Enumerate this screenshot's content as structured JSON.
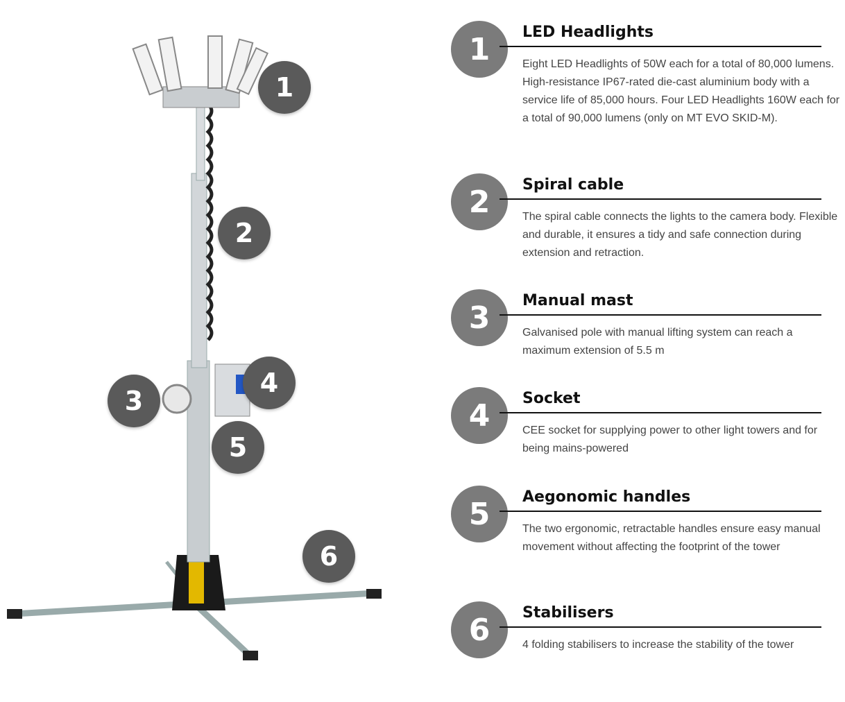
{
  "features": [
    {
      "number": "1",
      "title": "LED Headlights",
      "description": "Eight LED Headlights of 50W each for a total of 80,000 lumens. High-resistance IP67-rated die-cast aluminium body with a service life of 85,000 hours. Four LED Headlights 160W each for a total of 90,000 lumens (only on MT EVO SKID-M)."
    },
    {
      "number": "2",
      "title": "Spiral cable",
      "description": "The spiral cable connects the lights to the camera body. Flexible and durable, it ensures a tidy and safe connection during extension and retraction."
    },
    {
      "number": "3",
      "title": "Manual mast",
      "description": "Galvanised pole with manual lifting system can reach a maximum extension of 5.5 m"
    },
    {
      "number": "4",
      "title": "Socket",
      "description": "CEE socket for supplying power to other light towers and for being mains-powered"
    },
    {
      "number": "5",
      "title": "Aegonomic handles",
      "description": "The two ergonomic, retractable handles ensure easy manual movement without affecting the footprint of the tower"
    },
    {
      "number": "6",
      "title": "Stabilisers",
      "description": "4 folding stabilisers to increase the stability of the tower"
    }
  ],
  "colors": {
    "circle": "#7b7b7b",
    "pin": "#5a5a5a"
  }
}
